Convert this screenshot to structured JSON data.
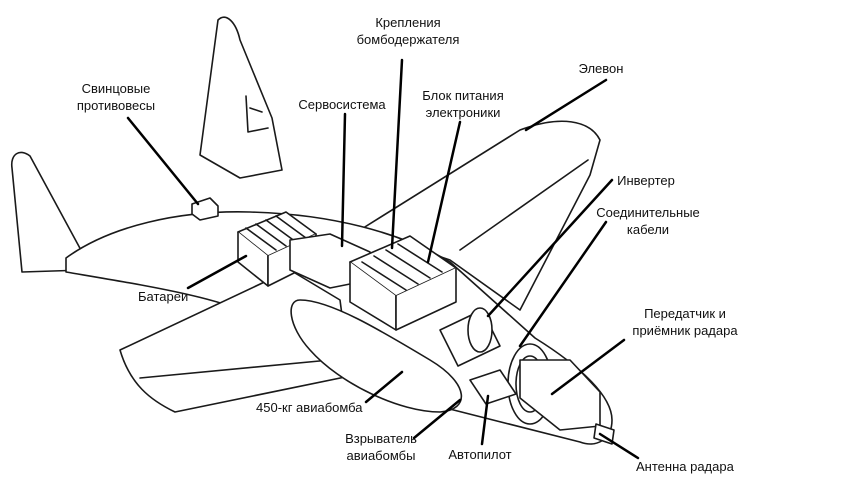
{
  "labels": {
    "svintsovye": "Свинцовые\nпротивовесы",
    "kreplenia": "Крепления\nбомбодержателя",
    "servo": "Сервосистема",
    "blok": "Блок питания\nэлектроники",
    "elevon": "Элевон",
    "invertor": "Инвертер",
    "kabeli": "Соединительные\nкабели",
    "batarei": "Батареи",
    "peredatchik": "Передатчик и\nприёмник радара",
    "aviabomba": "450-кг авиабомба",
    "vzryvatel": "Взрыватель\nавиабомбы",
    "avtopilot": "Автопилот",
    "antenna": "Антенна радара"
  }
}
